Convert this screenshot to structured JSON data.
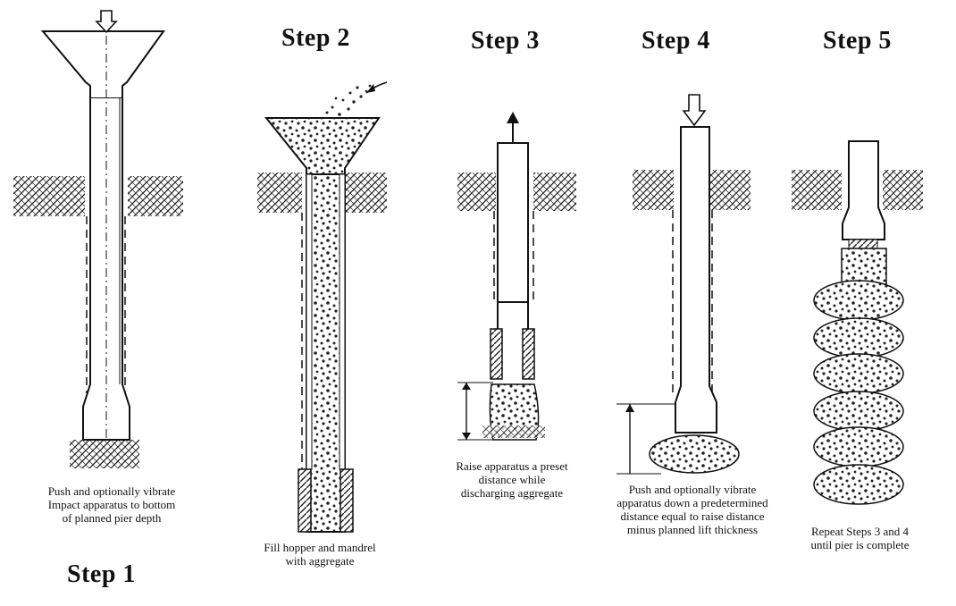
{
  "steps": [
    {
      "title": "Step 1",
      "caption": "Push and optionally vibrate\nImpact apparatus to bottom\nof planned pier depth"
    },
    {
      "title": "Step 2",
      "caption": "Fill hopper and mandrel\nwith aggregate"
    },
    {
      "title": "Step 3",
      "caption": "Raise apparatus a preset\ndistance while\ndischarging aggregate"
    },
    {
      "title": "Step 4",
      "caption": "Push and optionally vibrate\napparatus down a predetermined\ndistance equal to raise distance\nminus planned lift thickness"
    },
    {
      "title": "Step 5",
      "caption": "Repeat Steps 3 and 4\nuntil pier is complete"
    }
  ],
  "colors": {
    "ink": "#111111",
    "paper": "#ffffff"
  }
}
